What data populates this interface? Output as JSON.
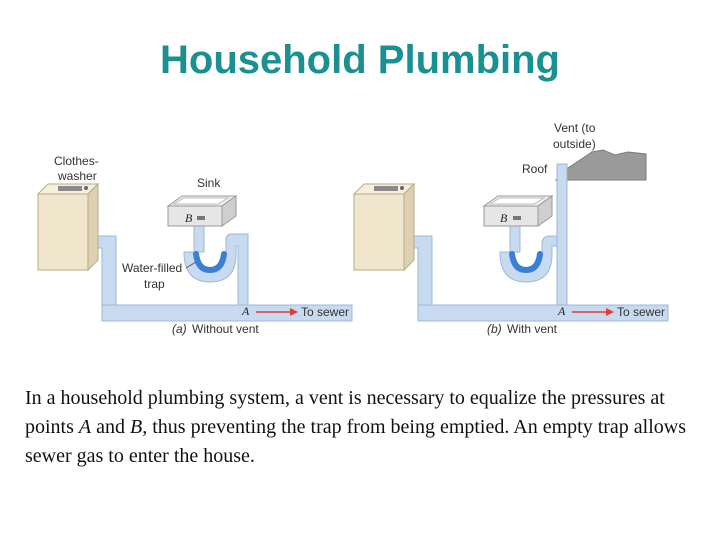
{
  "title": "Household Plumbing",
  "diagram": {
    "left": {
      "washer_label_1": "Clothes-",
      "washer_label_2": "washer",
      "sink_label": "Sink",
      "trap_label_1": "Water-filled",
      "trap_label_2": "trap",
      "point_a": "A",
      "point_b": "B",
      "sewer_label": "To sewer",
      "caption_letter": "(a)",
      "caption_text": "Without vent"
    },
    "right": {
      "vent_label_1": "Vent (to",
      "vent_label_2": "outside)",
      "roof_label": "Roof",
      "point_a": "A",
      "point_b": "B",
      "sewer_label": "To sewer",
      "caption_letter": "(b)",
      "caption_text": "With vent"
    },
    "colors": {
      "pipe": "#c8daf0",
      "pipe_edge": "#9db8dc",
      "water": "#3a7ed6",
      "arrow": "#e03a3a",
      "roof": "#9a9a9a",
      "appliance": "#efe6cc"
    }
  },
  "caption": {
    "part1": "In a household plumbing system, a vent is necessary to equalize the pressures at points ",
    "point_a": "A",
    "part2": " and ",
    "point_b": "B",
    "part3": ", thus preventing the trap from being emptied. An empty trap allows sewer gas to enter the house."
  }
}
